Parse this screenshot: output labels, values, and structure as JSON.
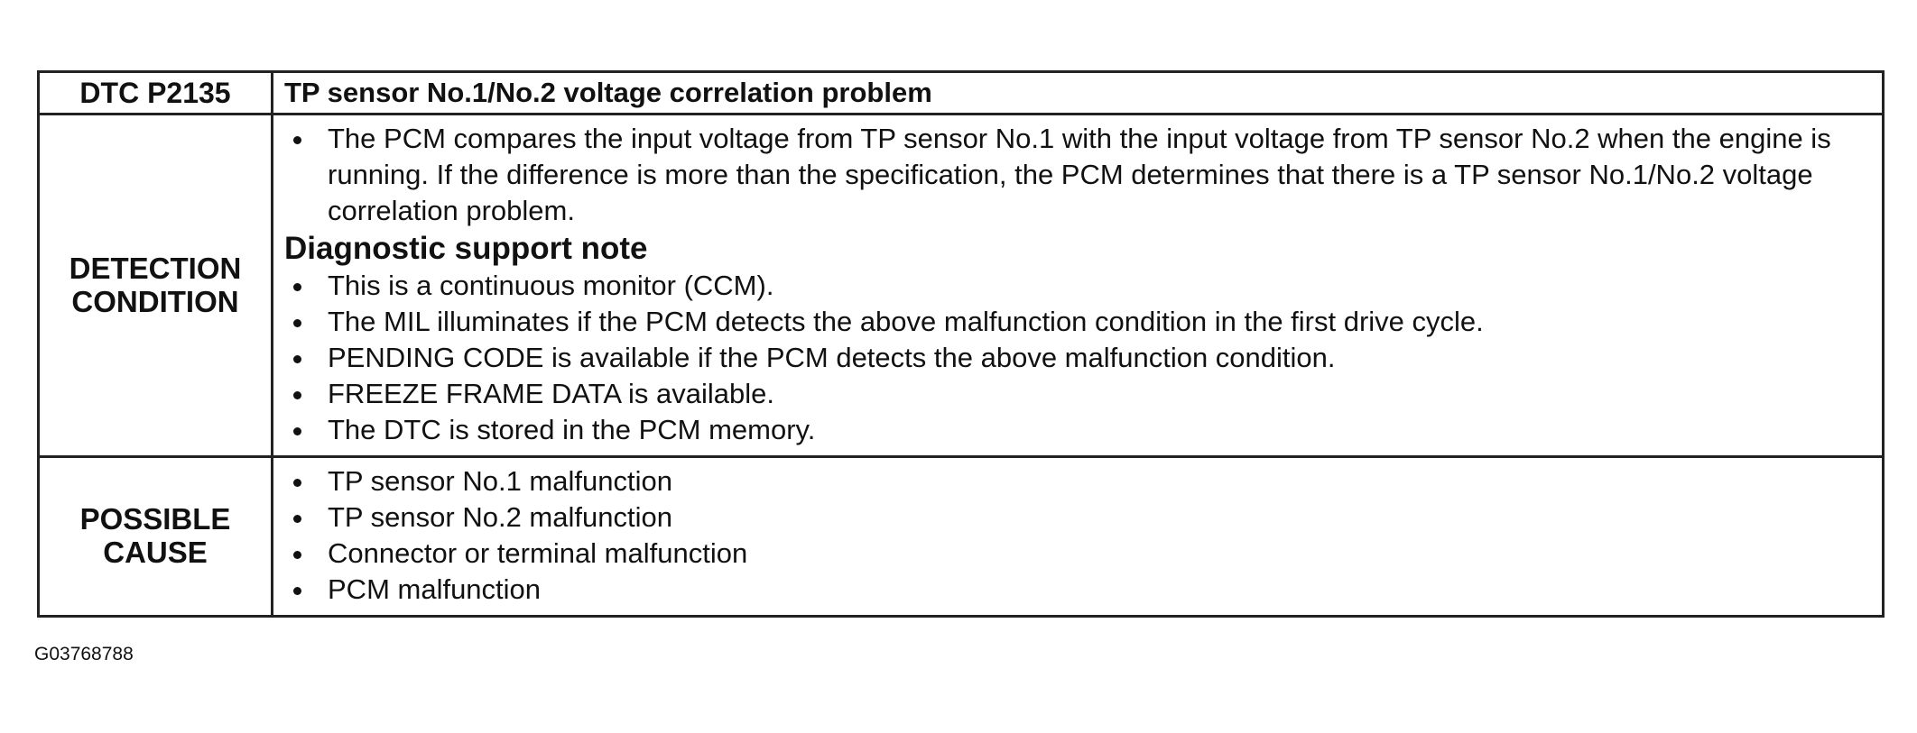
{
  "dtc": {
    "code": "DTC P2135",
    "title": "TP sensor No.1/No.2 voltage correlation problem"
  },
  "detection": {
    "label_lines": [
      "DETECTION",
      "CONDITION"
    ],
    "intro_bullets": [
      "The PCM compares the input voltage from TP sensor No.1 with the input voltage from TP sensor No.2 when the engine is running. If the difference is more than the specification, the PCM determines that there is a TP sensor No.1/No.2 voltage correlation problem."
    ],
    "subheading": "Diagnostic support note",
    "note_bullets": [
      "This is a continuous monitor (CCM).",
      "The MIL illuminates if the PCM detects the above malfunction condition in the first drive cycle.",
      "PENDING CODE is available if the PCM detects the above malfunction condition.",
      "FREEZE FRAME DATA is available.",
      "The DTC is stored in the PCM memory."
    ]
  },
  "cause": {
    "label_lines": [
      "POSSIBLE",
      "CAUSE"
    ],
    "bullets": [
      "TP sensor No.1 malfunction",
      "TP sensor No.2 malfunction",
      "Connector or terminal malfunction",
      "PCM malfunction"
    ]
  },
  "figure_id": "G03768788"
}
